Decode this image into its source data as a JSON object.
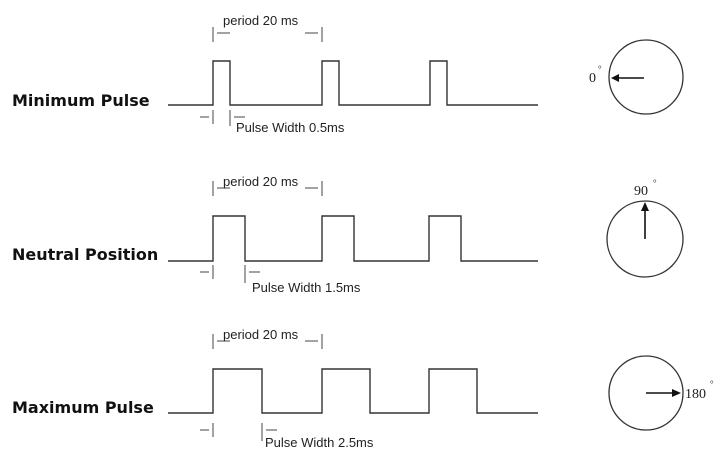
{
  "rows": [
    {
      "label": "Minimum Pulse",
      "period_label": "period 20 ms",
      "pulse_label": "Pulse Width 0.5ms",
      "pulse_width_ms": 0.5,
      "angle_label": "0",
      "angle_deg": 0
    },
    {
      "label": "Neutral Position",
      "period_label": "period 20 ms",
      "pulse_label": "Pulse Width 1.5ms",
      "pulse_width_ms": 1.5,
      "angle_label": "90",
      "angle_deg": 90
    },
    {
      "label": "Maximum Pulse",
      "period_label": "period 20 ms",
      "pulse_label": "Pulse Width 2.5ms",
      "pulse_width_ms": 2.5,
      "angle_label": "180",
      "angle_deg": 180
    }
  ],
  "degree_symbol": "°",
  "period_ms": 20
}
